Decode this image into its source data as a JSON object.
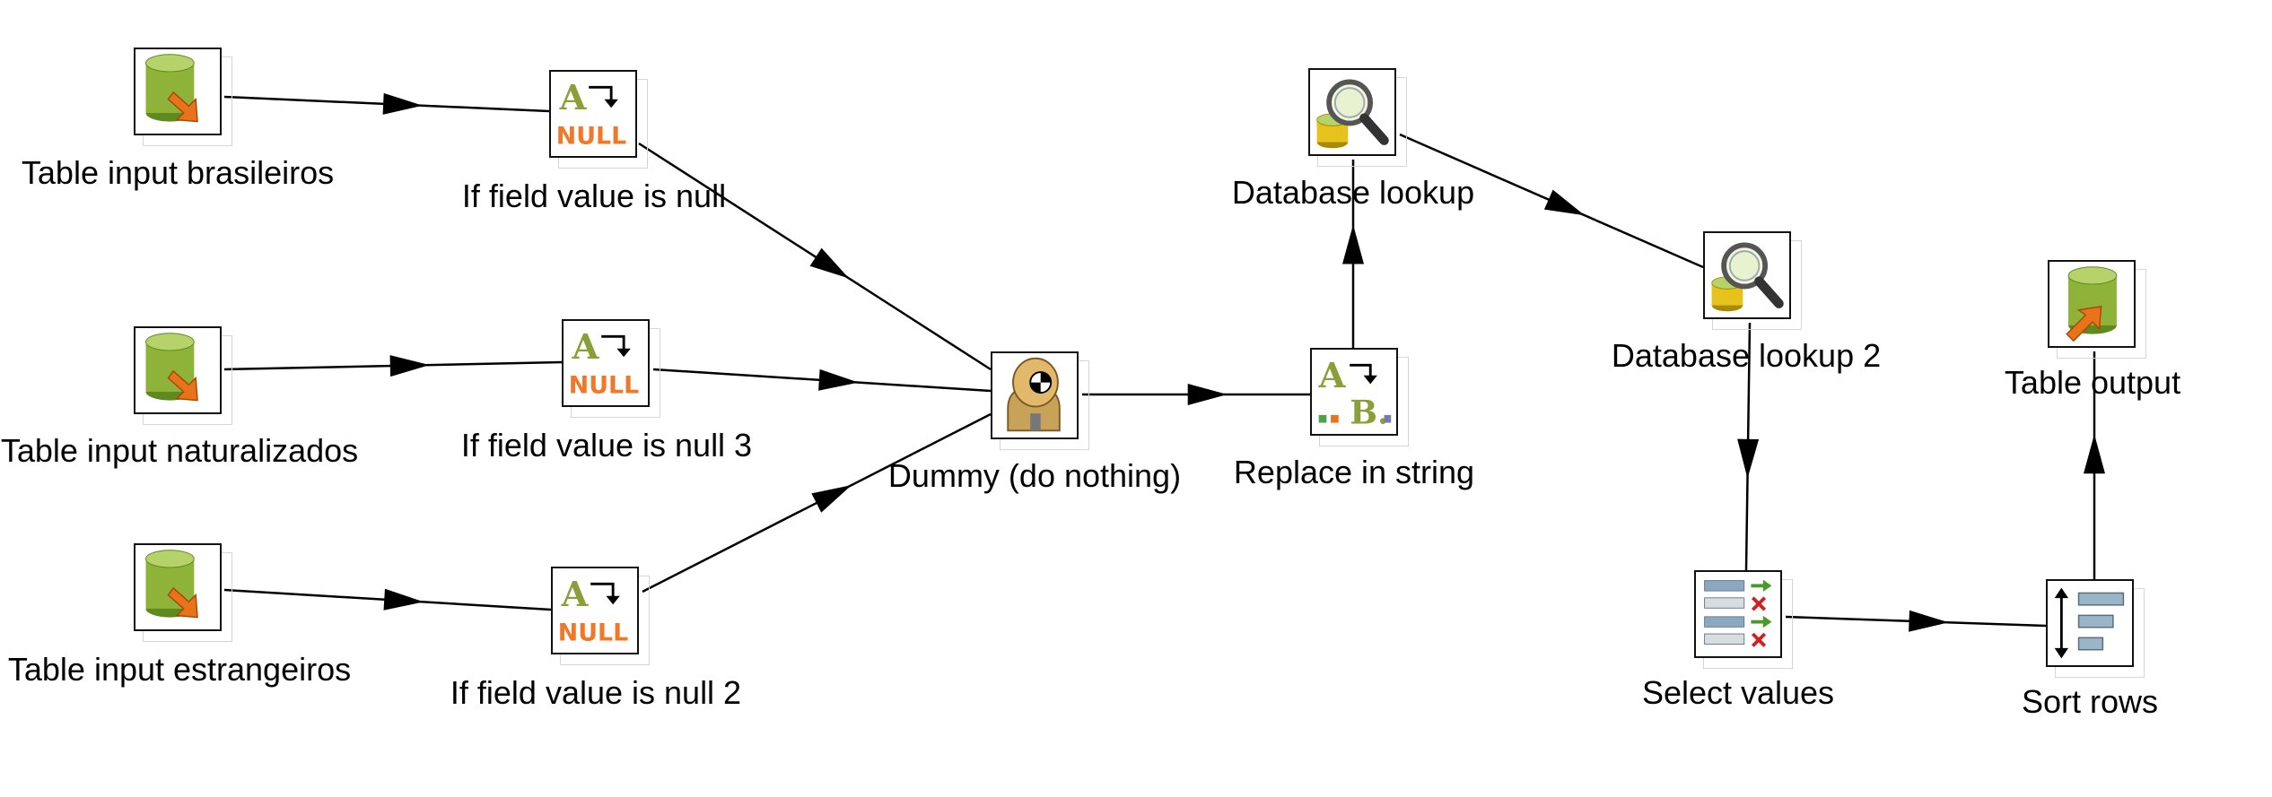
{
  "steps": {
    "table_input_brasileiros": {
      "label": "Table input brasileiros",
      "icon": "table-input-icon"
    },
    "table_input_naturalizados": {
      "label": "Table input naturalizados",
      "icon": "table-input-icon"
    },
    "table_input_estrangeiros": {
      "label": "Table input estrangeiros",
      "icon": "table-input-icon"
    },
    "if_null": {
      "label": "If field value is null",
      "icon": "if-null-icon"
    },
    "if_null_3": {
      "label": "If field value is null 3",
      "icon": "if-null-icon"
    },
    "if_null_2": {
      "label": "If field value is null 2",
      "icon": "if-null-icon"
    },
    "dummy": {
      "label": "Dummy (do nothing)",
      "icon": "dummy-icon"
    },
    "replace_in_string": {
      "label": "Replace in string",
      "icon": "replace-string-icon"
    },
    "database_lookup": {
      "label": "Database lookup",
      "icon": "database-lookup-icon"
    },
    "database_lookup_2": {
      "label": "Database lookup 2",
      "icon": "database-lookup-icon"
    },
    "select_values": {
      "label": "Select values",
      "icon": "select-values-icon"
    },
    "sort_rows": {
      "label": "Sort rows",
      "icon": "sort-rows-icon"
    },
    "table_output": {
      "label": "Table output",
      "icon": "table-output-icon"
    }
  },
  "icon_texts": {
    "null": "NULL",
    "a": "A",
    "b": "B."
  },
  "colors": {
    "db_green": "#8fb339",
    "arrow_orange": "#e8731a",
    "null_orange": "#f07828",
    "edge": "#000000"
  }
}
